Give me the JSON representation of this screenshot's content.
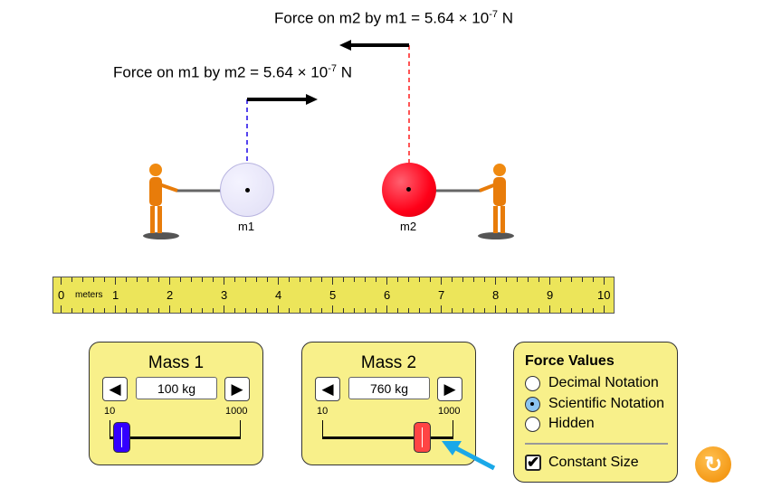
{
  "forces": {
    "m2_by_m1": {
      "prefix": "Force on m2 by m1 = 5.64 × 10",
      "exp": "-7",
      "unit": " N"
    },
    "m1_by_m2": {
      "prefix": "Force on m1 by m2 = 5.64 × 10",
      "exp": "-7",
      "unit": " N"
    }
  },
  "masses": {
    "m1_label": "m1",
    "m2_label": "m2",
    "m1_color": "#e4e2f8",
    "m2_color": "#ff1020"
  },
  "ruler": {
    "unit_label": "meters",
    "labels": [
      "0",
      "1",
      "2",
      "3",
      "4",
      "5",
      "6",
      "7",
      "8",
      "9",
      "10"
    ]
  },
  "mass1": {
    "title": "Mass 1",
    "value": "100 kg",
    "min": "10",
    "max": "1000",
    "value_num": 100,
    "thumb_color": "#3300ff"
  },
  "mass2": {
    "title": "Mass 2",
    "value": "760 kg",
    "min": "10",
    "max": "1000",
    "value_num": 760,
    "thumb_color": "#ff4444"
  },
  "force_values": {
    "title": "Force Values",
    "options": [
      "Decimal Notation",
      "Scientific Notation",
      "Hidden"
    ],
    "selected": "Scientific Notation",
    "constant_size_label": "Constant Size",
    "constant_size": true
  }
}
